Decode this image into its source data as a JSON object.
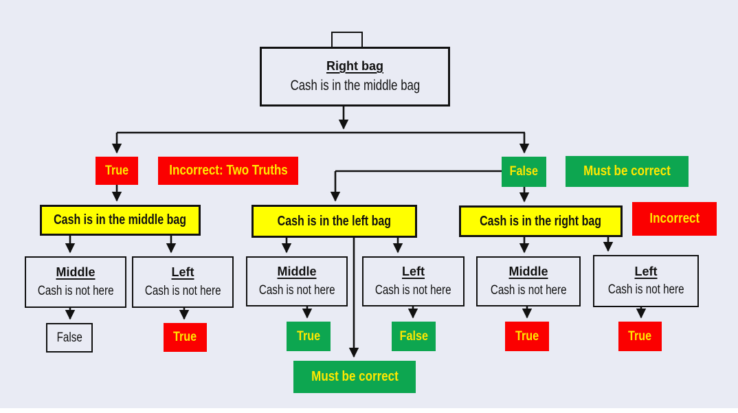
{
  "colors": {
    "background": "#e9ebf4",
    "red": "#fb0000",
    "green": "#0da650",
    "yellow": "#ffff00",
    "note_text": "#ffe800",
    "line": "#111111"
  },
  "diagram": {
    "root": {
      "title": "Right bag",
      "statement": "Cash is in the middle bag"
    },
    "branch_true": {
      "label": "True",
      "note": "Incorrect: Two Truths"
    },
    "branch_false": {
      "label": "False",
      "note": "Must be correct"
    },
    "hypotheses": [
      {
        "statement": "Cash is in the middle bag",
        "children": [
          {
            "title": "Middle",
            "statement": "Cash is not here",
            "result": "False"
          },
          {
            "title": "Left",
            "statement": "Cash is not here",
            "result": "True"
          }
        ]
      },
      {
        "statement": "Cash is in the left bag",
        "note": "Must be correct",
        "children": [
          {
            "title": "Middle",
            "statement": "Cash is not here",
            "result": "True"
          },
          {
            "title": "Left",
            "statement": "Cash is not here",
            "result": "False"
          }
        ]
      },
      {
        "statement": "Cash is in the right bag",
        "note": "Incorrect",
        "children": [
          {
            "title": "Middle",
            "statement": "Cash is not here",
            "result": "True"
          },
          {
            "title": "Left",
            "statement": "Cash is not here",
            "result": "True"
          }
        ]
      }
    ]
  }
}
